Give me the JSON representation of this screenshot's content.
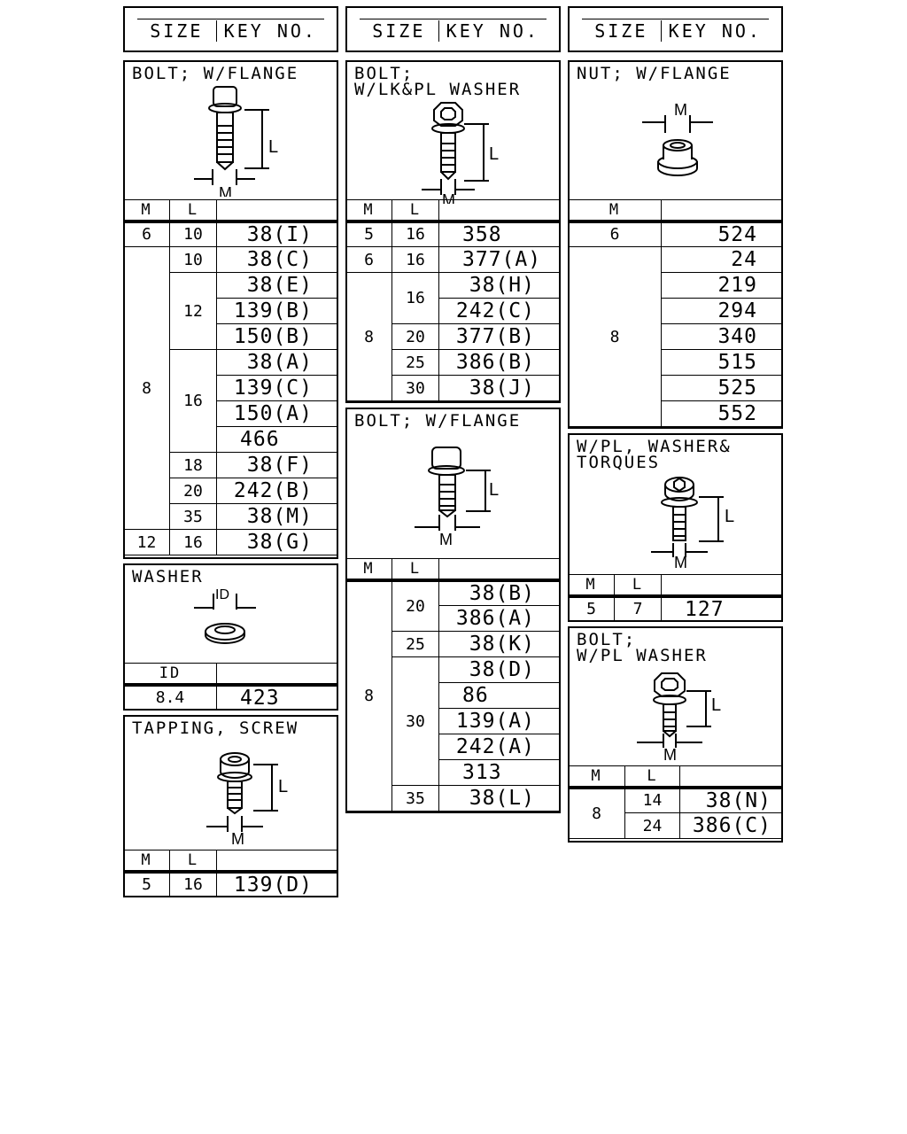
{
  "header": {
    "size": "SIZE",
    "key_no": "KEY NO."
  },
  "sections": {
    "bolt_flange_a": {
      "title": "BOLT; W/FLANGE",
      "cols": [
        "M",
        "L",
        ""
      ],
      "m_label": "M",
      "l_label": "L",
      "rows": [
        {
          "m": "6",
          "l": "10",
          "key": "38(I)"
        },
        {
          "m": "8",
          "l": "10",
          "key": "38(C)"
        },
        {
          "l": "12",
          "key": "38(E)"
        },
        {
          "key": "139(B)"
        },
        {
          "key": "150(B)"
        },
        {
          "l": "16",
          "key": "38(A)"
        },
        {
          "key": "139(C)"
        },
        {
          "key": "150(A)"
        },
        {
          "key": "466"
        },
        {
          "l": "18",
          "key": "38(F)"
        },
        {
          "l": "20",
          "key": "242(B)"
        },
        {
          "l": "35",
          "key": "38(M)"
        },
        {
          "m": "12",
          "l": "16",
          "key": "38(G)"
        }
      ]
    },
    "washer": {
      "title": "WASHER",
      "id_label": "ID",
      "cols": [
        "ID",
        ""
      ],
      "rows": [
        {
          "id": "8.4",
          "key": "423"
        }
      ]
    },
    "tapping_screw": {
      "title": "TAPPING, SCREW",
      "m_label": "M",
      "l_label": "L",
      "cols": [
        "M",
        "L",
        ""
      ],
      "rows": [
        {
          "m": "5",
          "l": "16",
          "key": "139(D)"
        }
      ]
    },
    "bolt_lk_pl": {
      "title": "BOLT;\nW/LK&PL WASHER",
      "m_label": "M",
      "l_label": "L",
      "cols": [
        "M",
        "L",
        ""
      ],
      "rows": [
        {
          "m": "5",
          "l": "16",
          "key": "358"
        },
        {
          "m": "6",
          "l": "16",
          "key": "377(A)"
        },
        {
          "m": "8",
          "l": "16",
          "key": "38(H)"
        },
        {
          "key": "242(C)"
        },
        {
          "l": "20",
          "key": "377(B)"
        },
        {
          "l": "25",
          "key": "386(B)"
        },
        {
          "l": "30",
          "key": "38(J)"
        }
      ]
    },
    "bolt_flange_b": {
      "title": "BOLT; W/FLANGE",
      "m_label": "M",
      "l_label": "L",
      "cols": [
        "M",
        "L",
        ""
      ],
      "rows": [
        {
          "m": "8",
          "l": "20",
          "key": "38(B)"
        },
        {
          "key": "386(A)"
        },
        {
          "l": "25",
          "key": "38(K)"
        },
        {
          "l": "30",
          "key": "38(D)"
        },
        {
          "key": "86"
        },
        {
          "key": "139(A)"
        },
        {
          "key": "242(A)"
        },
        {
          "key": "313"
        },
        {
          "l": "35",
          "key": "38(L)"
        }
      ]
    },
    "nut_flange": {
      "title": "NUT; W/FLANGE",
      "m_label": "M",
      "cols": [
        "M",
        ""
      ],
      "rows": [
        {
          "m": "6",
          "key": "524"
        },
        {
          "m": "8",
          "key": "24"
        },
        {
          "key": "219"
        },
        {
          "key": "294"
        },
        {
          "key": "340"
        },
        {
          "key": "515"
        },
        {
          "key": "525"
        },
        {
          "key": "552"
        }
      ]
    },
    "wpl_torques": {
      "title": "W/PL, WASHER&\nTORQUES",
      "m_label": "M",
      "l_label": "L",
      "cols": [
        "M",
        "L",
        ""
      ],
      "rows": [
        {
          "m": "5",
          "l": "7",
          "key": "127"
        }
      ]
    },
    "bolt_pl": {
      "title": "BOLT;\nW/PL WASHER",
      "m_label": "M",
      "l_label": "L",
      "cols": [
        "M",
        "L",
        ""
      ],
      "rows": [
        {
          "m": "8",
          "l": "14",
          "key": "38(N)"
        },
        {
          "l": "24",
          "key": "386(C)"
        }
      ]
    }
  }
}
